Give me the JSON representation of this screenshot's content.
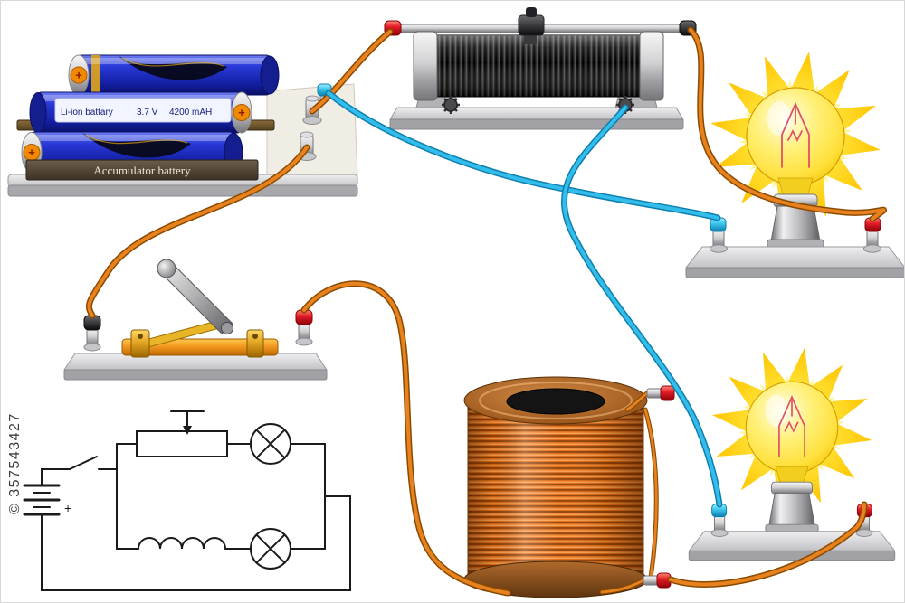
{
  "watermark": {
    "text": "© 357543427"
  },
  "battery": {
    "spec": {
      "name": "Li-ion battary",
      "voltage": "3.7 V",
      "capacity": "4200 mAH"
    },
    "caption": "Accumulator battery",
    "plus": "+"
  },
  "schematic": {
    "plus": "+"
  },
  "colors": {
    "wire_orange": "#e8821e",
    "wire_orange_dark": "#8a4a00",
    "wire_blue": "#33bdea",
    "wire_blue_dark": "#0e7fae",
    "bulb_yellow": "#ffe03c",
    "sun_ray_yellow": "#ffd400",
    "battery_blue": "#2a3ad8",
    "coil_copper": "#dd6a14",
    "plug_red": "#e41e28",
    "plug_cyan": "#3fc8f0",
    "schematic_ink": "#1a1a1a"
  }
}
